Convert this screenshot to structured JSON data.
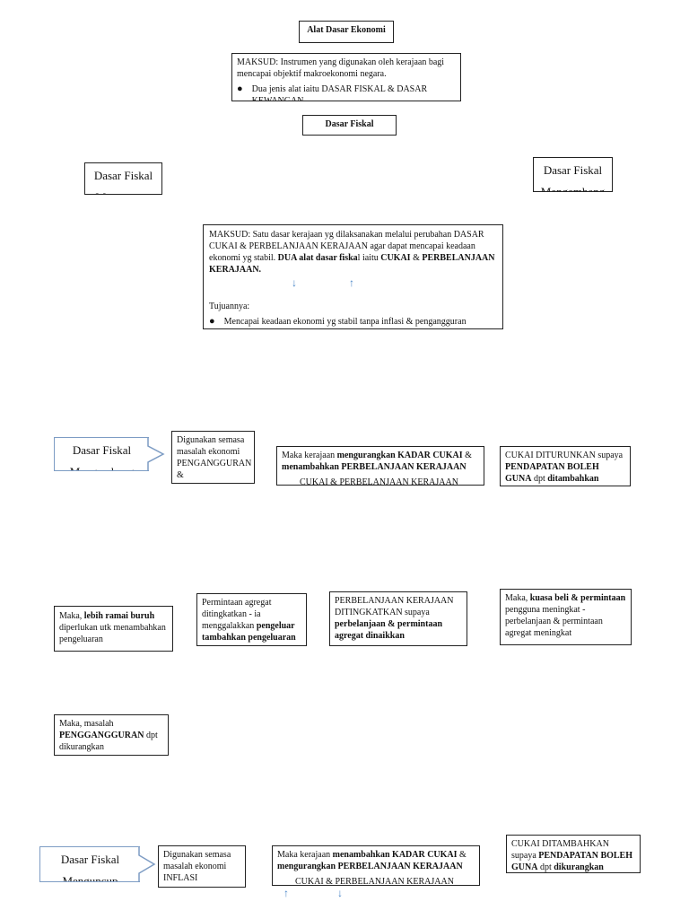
{
  "title": "Alat Dasar Ekonomi",
  "maksud1": {
    "text": "MAKSUD: Instrumen yang digunakan oleh kerajaan bagi mencapai objektif makroekonomi negara.",
    "bullet": "Dua jenis alat iaitu DASAR FISKAL & DASAR KEWANGAN"
  },
  "dasar_fiskal": "Dasar Fiskal",
  "menguncup": {
    "l1": "Dasar Fiskal",
    "l2": "Menguncup"
  },
  "mengembang": {
    "l1": "Dasar Fiskal",
    "l2": "Mengembang"
  },
  "maksud2": {
    "p1": "MAKSUD: Satu dasar kerajaan yg dilaksanakan melalui perubahan DASAR CUKAI & PERBELANJAAN KERAJAAN agar dapat mencapai keadaan ekonomi yg stabil.",
    "b1": "DUA alat dasar fiska",
    "p2": "l iaitu",
    "b2": "CUKAI",
    "p3": "&",
    "b3": "PERBELANJAAN KERAJAAN.",
    "tujuan": "Tujuannya:",
    "bullet": "Mencapai keadaan ekonomi yg stabil tanpa inflasi & pengangguran",
    "arrow_down": "↓",
    "arrow_up": "↑"
  },
  "row_expand": {
    "digunakan": "Digunakan semasa masalah ekonomi PENGANGGURAN & KEMELESETAN",
    "maka": {
      "t1": "Maka kerajaan",
      "b1": "mengurangkan KADAR CUKAI",
      "t2": "&",
      "b2": "menambahkan PERBELANJAAN KERAJAAN",
      "t3": "CUKAI & PERBELANJAAN KERAJAAN"
    },
    "cukai": {
      "t1": "CUKAI DITURUNKAN supaya",
      "b1": "PENDAPATAN BOLEH GUNA",
      "t2": "dpt",
      "b2": "ditambahkan"
    }
  },
  "row_effects": {
    "buruh": {
      "t1": "Maka,",
      "b1": "lebih ramai buruh",
      "t2": "diperlukan utk menambahkan pengeluaran"
    },
    "permintaan": {
      "t1": "Permintaan agregat ditingkatkan - ia menggalakkan",
      "b1": "pengeluar tambahkan pengeluaran"
    },
    "perbelanjaan": {
      "t1": "PERBELANJAAN KERAJAAN DITINGKATKAN supaya",
      "b1": "perbelanjaan & permintaan agregat dinaikkan"
    },
    "kuasa": {
      "t1": "Maka,",
      "b1": "kuasa beli & permintaan",
      "t2": "pengguna meningkat - perbelanjaan & permintaan agregat meningkat"
    }
  },
  "masalah": {
    "t1": "Maka, masalah",
    "b1": "PENGGANGGURAN",
    "t2": "dpt dikurangkan"
  },
  "row_contract": {
    "digunakan": "Digunakan semasa masalah ekonomi INFLASI",
    "maka": {
      "t1": "Maka kerajaan",
      "b1": "menambahkan KADAR CUKAI",
      "t2": "&",
      "b2": "mengurangkan PERBELANJAAN KERAJAAN",
      "t3": "CUKAI & PERBELANJAAN KERAJAAN"
    },
    "cukai": {
      "t1": "CUKAI DITAMBAHKAN supaya",
      "b1": "PENDAPATAN BOLEH GUNA",
      "t2": "dpt",
      "b2": "dikurangkan"
    }
  },
  "colors": {
    "accent_blue": "#4a86c8",
    "box_border_blue": "#7d9cc4"
  }
}
